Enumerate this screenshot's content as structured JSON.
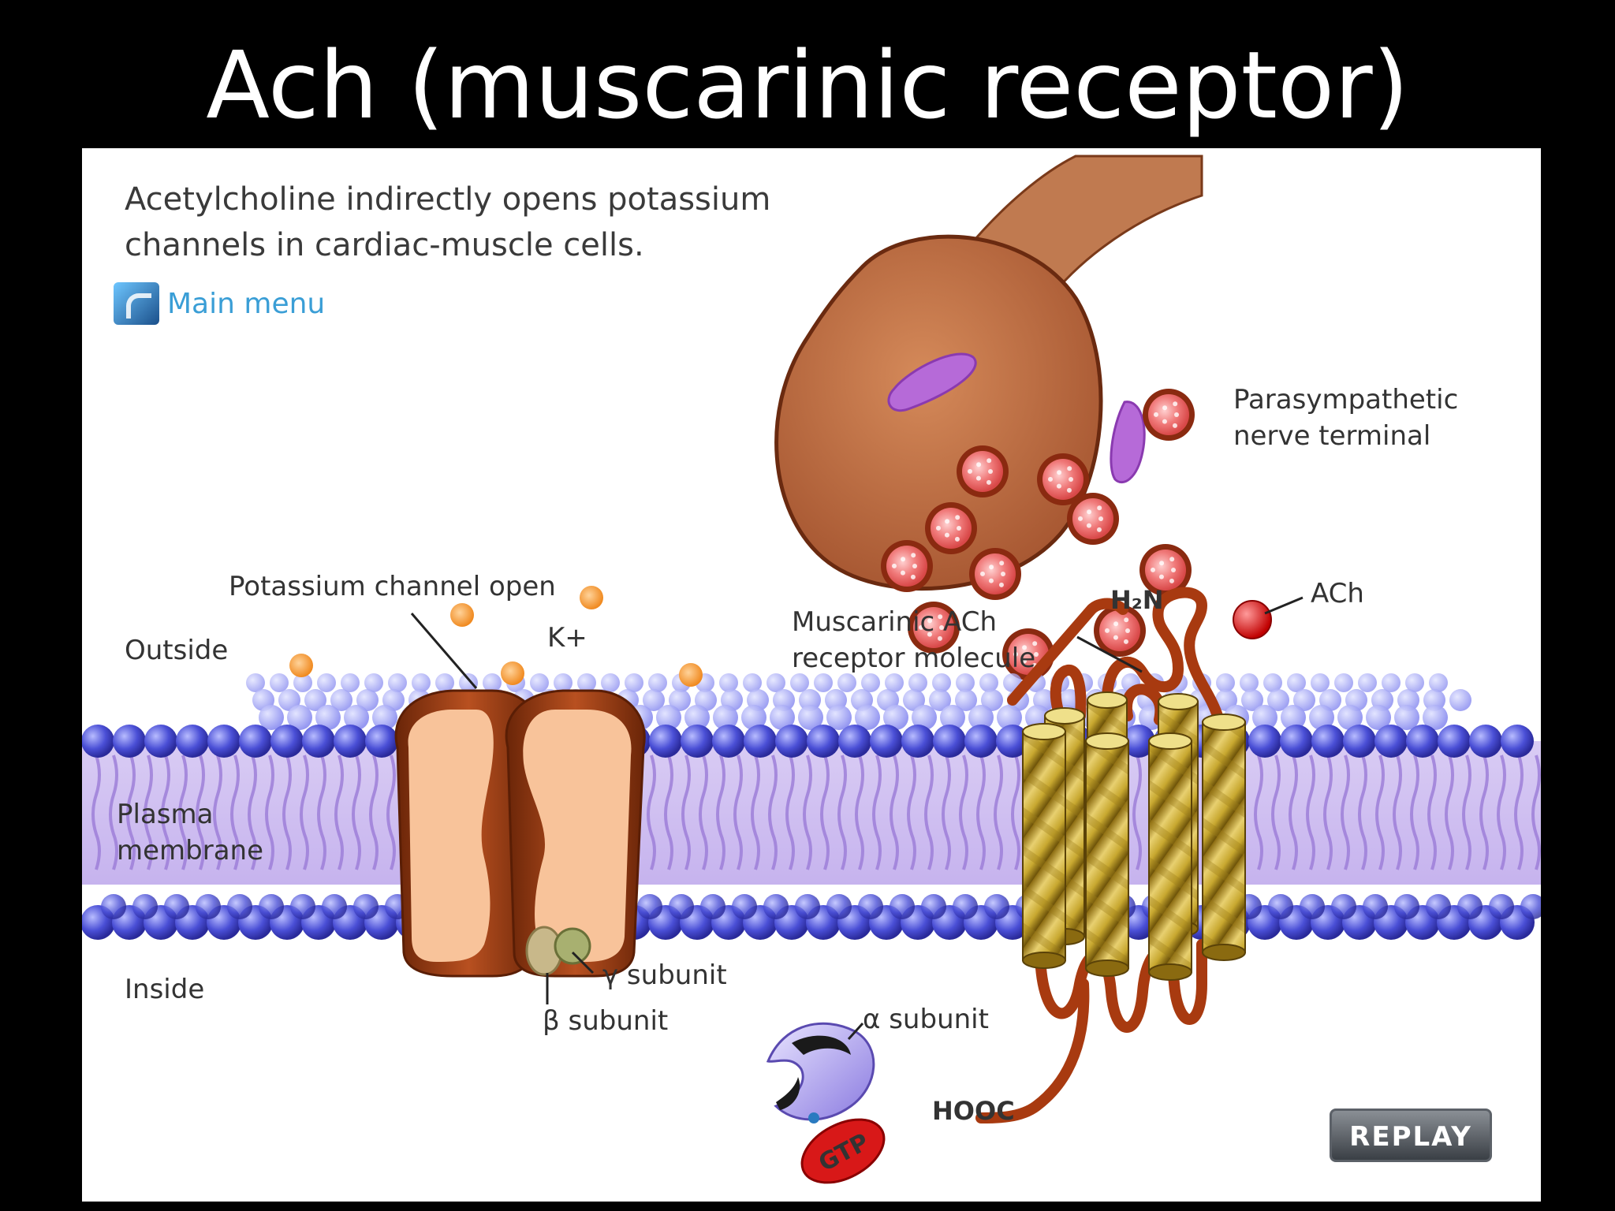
{
  "slide": {
    "title": "Ach (muscarinic receptor)"
  },
  "caption": {
    "text": "Acetylcholine indirectly opens potassium channels in cardiac-muscle cells."
  },
  "menu": {
    "label": "Main menu"
  },
  "labels": {
    "nerve_terminal_1": "Parasympathetic",
    "nerve_terminal_2": "nerve terminal",
    "potassium_open": "Potassium channel open",
    "k_plus": "K+",
    "outside": "Outside",
    "plasma_1": "Plasma",
    "plasma_2": "membrane",
    "inside": "Inside",
    "gamma": "γ subunit",
    "beta": "β subunit",
    "alpha": "α subunit",
    "gtp": "GTP",
    "receptor_1": "Muscarinic ACh",
    "receptor_2": "receptor molecule",
    "ach": "ACh",
    "h2n": "H₂N",
    "hooc": "HOOC"
  },
  "controls": {
    "replay": "REPLAY"
  },
  "colors": {
    "membrane_head": "#4a4fd6",
    "membrane_tail": "#9d7fd8",
    "channel": "#9b3a10",
    "channel_inner": "#f7c49a",
    "nerve": "#b6643a",
    "vesicle": "#e85a5a",
    "ion": "#f59a3a",
    "helix": "#c8a830",
    "ach": "#e01010"
  }
}
